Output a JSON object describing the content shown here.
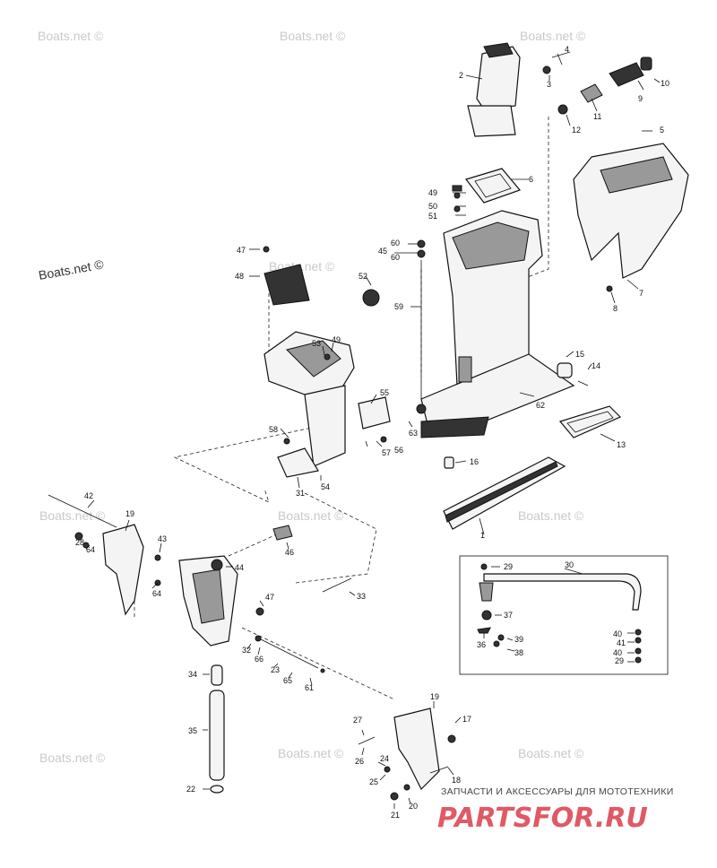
{
  "watermarks": {
    "site": "Boats.net ©"
  },
  "brand": {
    "tagline": "ЗАПЧАСТИ И АКСЕССУАРЫ ДЛЯ МОТОТЕХНИКИ",
    "name": "PARTSFOR.RU",
    "color": "#e05a66"
  },
  "callouts": {
    "n1": "1",
    "n2": "2",
    "n3": "3",
    "n4": "4",
    "n5": "5",
    "n6": "6",
    "n7": "7",
    "n8": "8",
    "n9": "9",
    "n10": "10",
    "n11": "11",
    "n12": "12",
    "n13": "13",
    "n14": "14",
    "n15": "15",
    "n16": "16",
    "n17": "17",
    "n18": "18",
    "n19": "19",
    "n20": "20",
    "n21": "21",
    "n22": "22",
    "n23": "23",
    "n24": "24",
    "n25": "25",
    "n26": "26",
    "n27": "27",
    "n28": "28",
    "n29": "29",
    "n30": "30",
    "n31": "31",
    "n32": "32",
    "n33": "33",
    "n34": "34",
    "n35": "35",
    "n36": "36",
    "n37": "37",
    "n38": "38",
    "n39": "39",
    "n40": "40",
    "n41": "41",
    "n42": "42",
    "n43": "43",
    "n44": "44",
    "n45": "45",
    "n46": "46",
    "n47": "47",
    "n48": "48",
    "n49": "49",
    "n50": "50",
    "n51": "51",
    "n52": "52",
    "n53": "53",
    "n54": "54",
    "n55": "55",
    "n56": "56",
    "n57": "57",
    "n58": "58",
    "n59": "59",
    "n60": "60",
    "n61": "61",
    "n62": "62",
    "n63": "63",
    "n64": "64",
    "n65": "65",
    "n66": "66"
  }
}
